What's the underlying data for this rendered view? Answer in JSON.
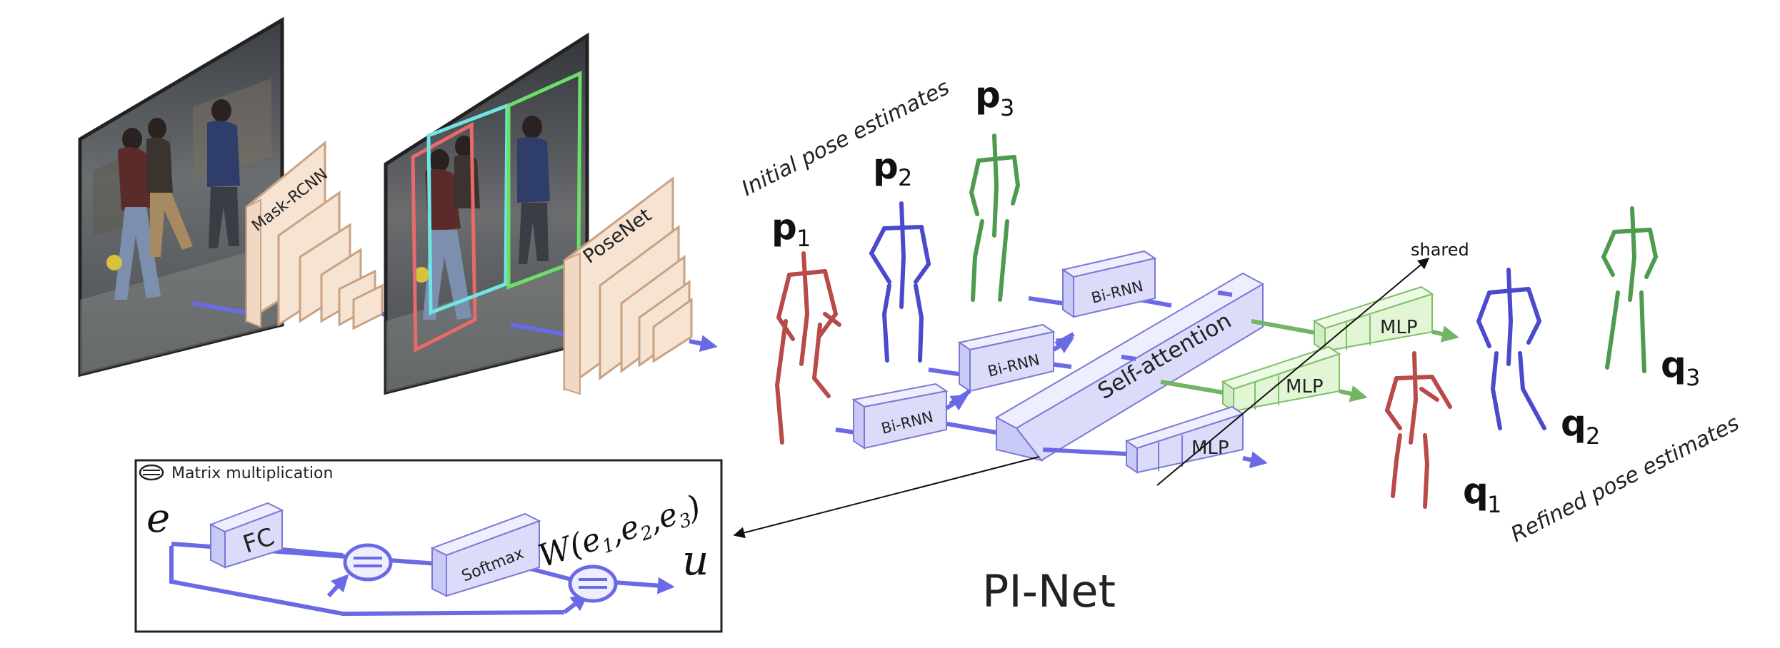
{
  "title": "PI-Net",
  "modules": {
    "detector": "Mask-RCNN",
    "pose_net": "PoseNet",
    "bi_rnn": "Bi-RNN",
    "attention": "Self-attention",
    "mlp": "MLP",
    "fc": "FC",
    "softmax": "Softmax"
  },
  "annotations": {
    "initial": "Initial pose estimates",
    "refined": "Refined pose estimates",
    "shared": "shared"
  },
  "poses": {
    "input": [
      {
        "base": "p",
        "sub": "1",
        "color": "#b84a48"
      },
      {
        "base": "p",
        "sub": "2",
        "color": "#4a4acc"
      },
      {
        "base": "p",
        "sub": "3",
        "color": "#4e9a4e"
      }
    ],
    "output": [
      {
        "base": "q",
        "sub": "1",
        "color": "#b84a48"
      },
      {
        "base": "q",
        "sub": "2",
        "color": "#4a4acc"
      },
      {
        "base": "q",
        "sub": "3",
        "color": "#4e9a4e"
      }
    ]
  },
  "inset": {
    "legend": "Matrix multiplication",
    "input": "e",
    "output": "u",
    "weight": "W(e1, e2, e3)",
    "weight_parts": {
      "pre": "W(e",
      "s1": "1",
      "m1": ",e",
      "s2": "2",
      "m2": ",e",
      "s3": "3",
      "post": ")"
    }
  },
  "colors": {
    "arrow_blue": "#6a6ae6",
    "module_blue_fill": "#dcdcfa",
    "module_blue_stroke": "#7a7ad6",
    "mlp_green_fill": "#e2f6d6",
    "mlp_green_stroke": "#7fbf6a",
    "green_arrow": "#72b564",
    "posenet_fill": "#f6e3d2",
    "posenet_stroke": "#c9a283"
  },
  "icons": [
    "matrix-multiplication-icon",
    "camera-frame-image",
    "stick-figure-pose"
  ]
}
